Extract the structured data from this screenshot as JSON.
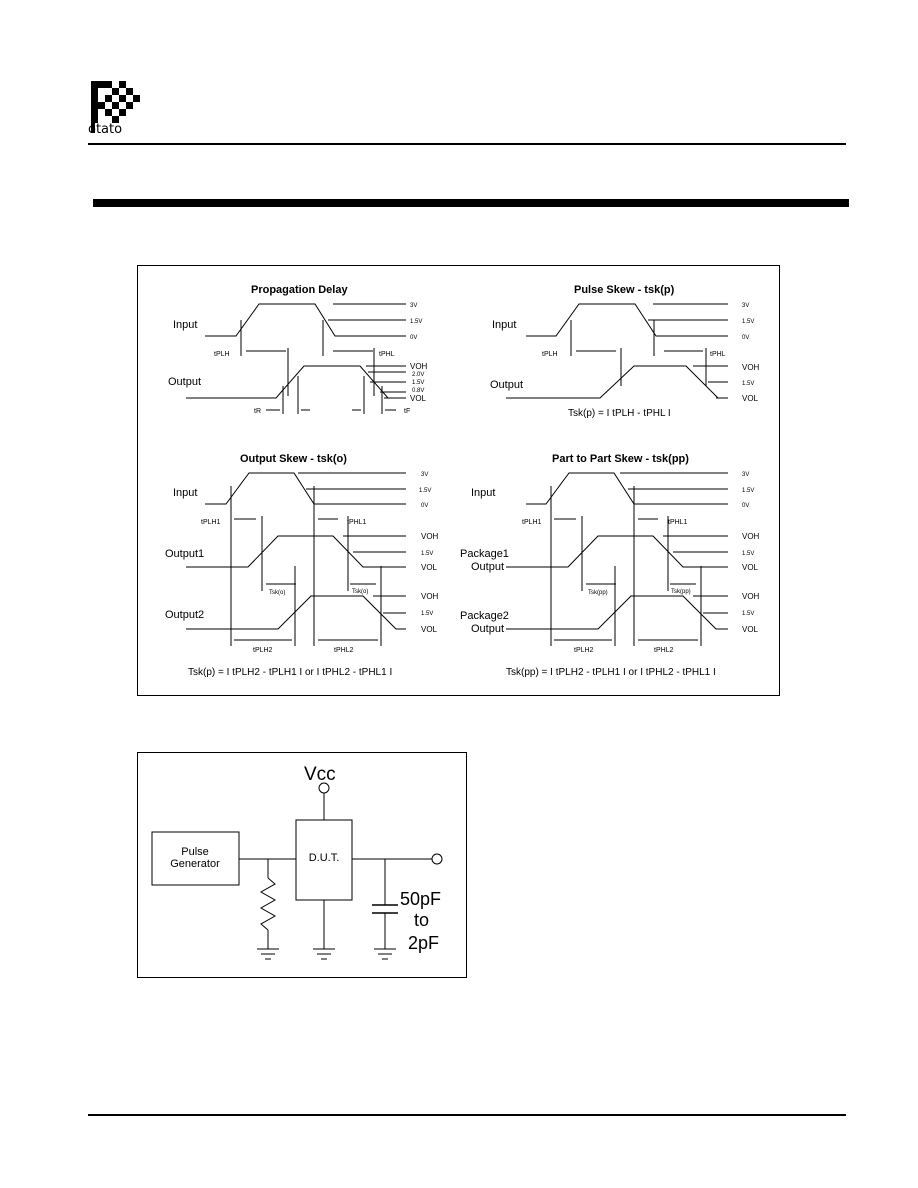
{
  "header": {
    "logo_text": "otato"
  },
  "diagram": {
    "prop_delay": {
      "title": "Propagation Delay",
      "input": "Input",
      "output": "Output",
      "v3": "3V",
      "v15": "1.5V",
      "v0": "0V",
      "voh": "VOH",
      "v20": "2.0V",
      "v15b": "1.5V",
      "v08": "0.8V",
      "vol": "VOL",
      "tplh": "tPLH",
      "tphl": "tPHL",
      "tr": "tR",
      "tf": "tF"
    },
    "pulse_skew": {
      "title": "Pulse Skew - tsk(p)",
      "input": "Input",
      "output": "Output",
      "v3": "3V",
      "v15": "1.5V",
      "v0": "0V",
      "voh": "VOH",
      "v15b": "1.5V",
      "vol": "VOL",
      "tplh": "tPLH",
      "tphl": "tPHL",
      "formula": "Tsk(p) = I tPLH - tPHL I"
    },
    "output_skew": {
      "title": "Output Skew - tsk(o)",
      "input": "Input",
      "output1": "Output1",
      "output2": "Output2",
      "v3": "3V",
      "v15": "1.5V",
      "v0": "0V",
      "voh1": "VOH",
      "v15b": "1.5V",
      "vol1": "VOL",
      "voh2": "VOH",
      "v15c": "1.5V",
      "vol2": "VOL",
      "tplh1": "tPLH1",
      "tphl1": "tPHL1",
      "tsk1": "Tsk(o)",
      "tsk2": "Tsk(o)",
      "tplh2": "tPLH2",
      "tphl2": "tPHL2",
      "formula": "Tsk(p) = I tPLH2 - tPLH1 I or I tPHL2 - tPHL1 I"
    },
    "part_skew": {
      "title": "Part to Part Skew - tsk(pp)",
      "input": "Input",
      "pkg1a": "Package1",
      "pkg1b": "Output",
      "pkg2a": "Package2",
      "pkg2b": "Output",
      "v3": "3V",
      "v15": "1.5V",
      "v0": "0V",
      "voh1": "VOH",
      "v15b": "1.5V",
      "vol1": "VOL",
      "voh2": "VOH",
      "v15c": "1.5V",
      "vol2": "VOL",
      "tplh1": "tPLH1",
      "tphl1": "tPHL1",
      "tsk1": "Tsk(pp)",
      "tsk2": "Tsk(pp)",
      "tplh2": "tPLH2",
      "tphl2": "tPHL2",
      "formula": "Tsk(pp) = I tPLH2 - tPLH1 I or I tPHL2 - tPHL1 I"
    }
  },
  "circuit": {
    "vcc": "Vcc",
    "pulse_gen_1": "Pulse",
    "pulse_gen_2": "Generator",
    "dut": "D.U.T.",
    "cap_1": "50pF",
    "cap_2": "to",
    "cap_3": "2pF"
  }
}
